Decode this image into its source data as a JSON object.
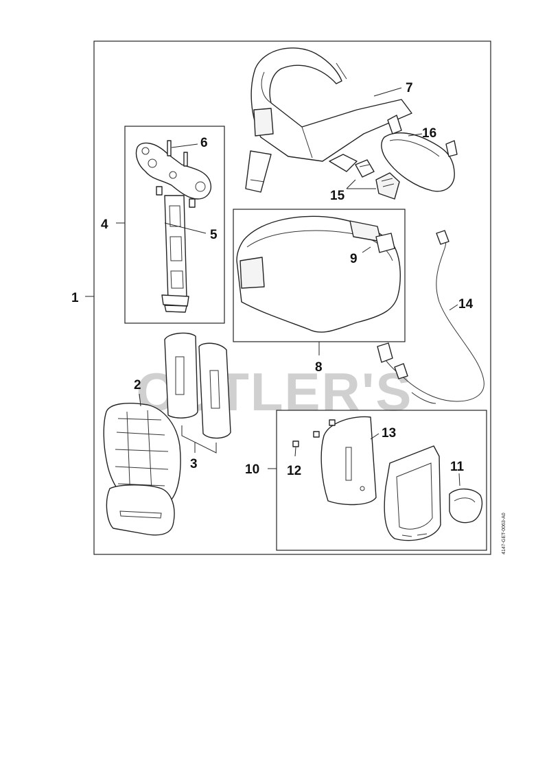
{
  "watermark": "CUTLER'S",
  "doc_ref": "4147-GET-0063-A0",
  "callouts": {
    "c1": "1",
    "c2": "2",
    "c3": "3",
    "c4": "4",
    "c5": "5",
    "c6": "6",
    "c7": "7",
    "c8": "8",
    "c9": "9",
    "c10": "10",
    "c11": "11",
    "c12": "12",
    "c13": "13",
    "c14": "14",
    "c15": "15",
    "c16": "16"
  }
}
